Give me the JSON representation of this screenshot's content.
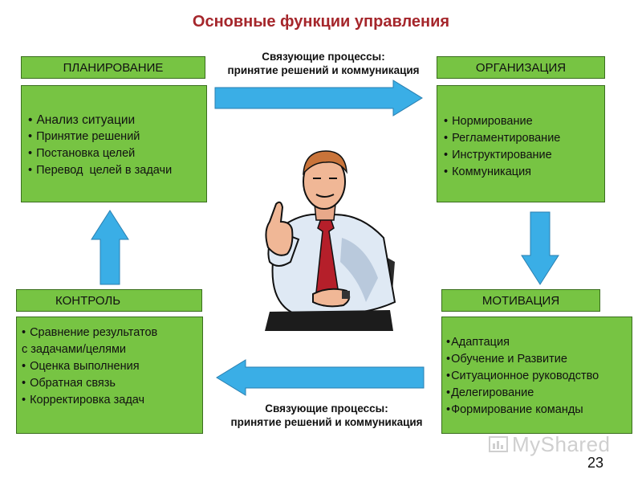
{
  "title": "Основные функции управления",
  "planning": {
    "header": "ПЛАНИРОВАНИЕ",
    "items": [
      "Анализ ситуации",
      "Принятие решений",
      "Постановка целей",
      "Перевод  целей в задачи"
    ]
  },
  "organization": {
    "header": "ОРГАНИЗАЦИЯ",
    "items": [
      "Нормирование",
      "Регламентирование",
      "Инструктирование",
      "Коммуникация"
    ]
  },
  "control": {
    "header": "КОНТРОЛЬ",
    "items": [
      "Сравнение результатов",
      "с задачами/целями",
      "Оценка выполнения",
      "Обратная связь",
      "Корректировка задач"
    ]
  },
  "motivation": {
    "header": "МОТИВАЦИЯ",
    "items": [
      "Адаптация",
      "Обучение и Развитие",
      "Ситуационное руководство",
      "Делегирование",
      "Формирование команды"
    ]
  },
  "linking_top": {
    "line1": "Связующие процессы:",
    "line2": "принятие решений и коммуникация"
  },
  "linking_bottom": {
    "line1": "Связующие процессы:",
    "line2": "принятие решений и коммуникация"
  },
  "watermark": "MyShared",
  "page_number": "23",
  "colors": {
    "box_green": "#77c443",
    "box_border": "#3a6e1e",
    "arrow_blue": "#3aaee6",
    "title_red": "#a5262b"
  },
  "icons": {
    "right_arrow": "arrow-right-icon",
    "down_arrow": "arrow-down-icon",
    "left_arrow": "arrow-left-icon",
    "up_arrow": "arrow-up-icon",
    "person": "businessman-thumbs-up-icon",
    "watermark_logo": "myshared-logo-icon"
  }
}
